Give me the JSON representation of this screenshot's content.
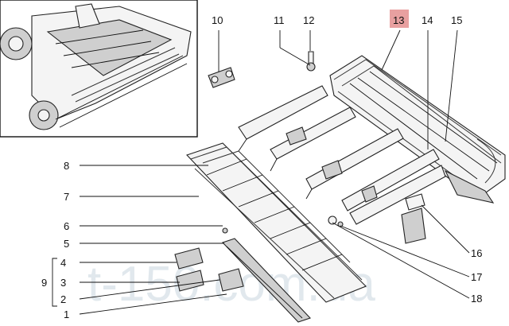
{
  "labels": {
    "l1": "1",
    "l2": "2",
    "l3": "3",
    "l4": "4",
    "l5": "5",
    "l6": "6",
    "l7": "7",
    "l8": "8",
    "l9": "9",
    "l10": "10",
    "l11": "11",
    "l12": "12",
    "l13": "13",
    "l14": "14",
    "l15": "15",
    "l16": "16",
    "l17": "17",
    "l18": "18"
  },
  "highlight": {
    "label": "13",
    "color": "#e8a0a0"
  },
  "watermark": "t-150.com.ua"
}
